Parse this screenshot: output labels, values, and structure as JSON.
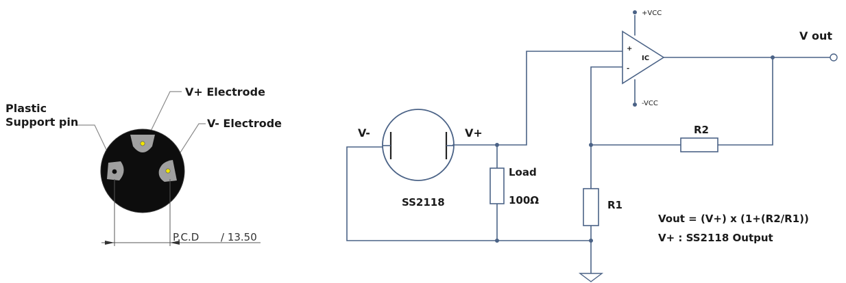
{
  "sensor": {
    "plastic_label_1": "Plastic",
    "plastic_label_2": "Support pin",
    "vplus_electrode": "V+ Electrode",
    "vminus_electrode": "V- Electrode",
    "pcd_label": "P.C.D",
    "pcd_value": "/ 13.50"
  },
  "circuit": {
    "v_minus": "V-",
    "v_plus": "V+",
    "sensor_name": "SS2118",
    "load_label": "Load",
    "load_value": "100Ω",
    "r1": "R1",
    "r2": "R2",
    "opamp": "IC",
    "vcc_pos": "+VCC",
    "vcc_neg": "-VCC",
    "in_plus": "+",
    "in_minus": "-",
    "vout": "V out",
    "formula": "Vout = (V+) x (1+(R2/R1))",
    "note": "V+ : SS2118 Output"
  },
  "colors": {
    "wire": "#4a6286",
    "sensor_body": "#0d0d0d",
    "electrode": "#a0a0a0",
    "pin_dot": "#f2e600"
  }
}
